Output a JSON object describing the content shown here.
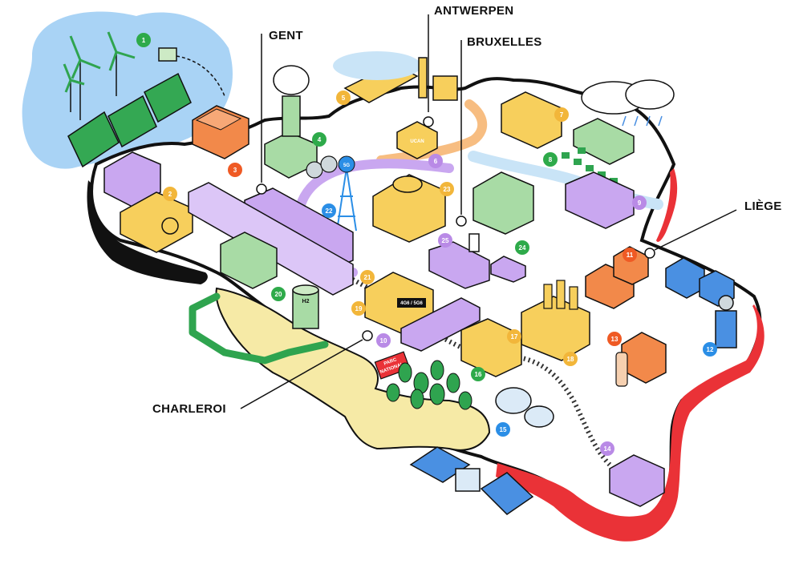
{
  "cities": [
    {
      "id": "antwerpen",
      "name": "ANTWERPEN"
    },
    {
      "id": "gent",
      "name": "GENT"
    },
    {
      "id": "bruxelles",
      "name": "BRUXELLES"
    },
    {
      "id": "liege",
      "name": "LIÈGE"
    },
    {
      "id": "charleroi",
      "name": "CHARLEROI"
    }
  ],
  "markers": [
    {
      "n": "1",
      "color": "#2eaa4a"
    },
    {
      "n": "2",
      "color": "#f2b63a"
    },
    {
      "n": "3",
      "color": "#ef5a24"
    },
    {
      "n": "4",
      "color": "#2eaa4a"
    },
    {
      "n": "5",
      "color": "#f2b63a"
    },
    {
      "n": "6",
      "color": "#b98ae6"
    },
    {
      "n": "7",
      "color": "#f2b63a"
    },
    {
      "n": "8",
      "color": "#2eaa4a"
    },
    {
      "n": "9",
      "color": "#b98ae6"
    },
    {
      "n": "10",
      "color": "#b98ae6"
    },
    {
      "n": "11",
      "color": "#ef5a24"
    },
    {
      "n": "12",
      "color": "#2b8ee6"
    },
    {
      "n": "13",
      "color": "#ef5a24"
    },
    {
      "n": "14",
      "color": "#b98ae6"
    },
    {
      "n": "15",
      "color": "#2b8ee6"
    },
    {
      "n": "16",
      "color": "#2eaa4a"
    },
    {
      "n": "17",
      "color": "#f2b63a"
    },
    {
      "n": "18",
      "color": "#f2b63a"
    },
    {
      "n": "19",
      "color": "#f2b63a"
    },
    {
      "n": "20",
      "color": "#2eaa4a"
    },
    {
      "n": "21",
      "color": "#f2b63a"
    },
    {
      "n": "22",
      "color": "#2b8ee6"
    },
    {
      "n": "23",
      "color": "#f2b63a"
    },
    {
      "n": "24",
      "color": "#2eaa4a"
    },
    {
      "n": "25",
      "color": "#b98ae6"
    }
  ],
  "labels": {
    "tower": "5G",
    "hydrogen": "H2",
    "station_sign": "4G6 / 5G6",
    "park_sign_1": "PARC",
    "park_sign_2": "NATIONAL",
    "van": "UCAN"
  },
  "colors": {
    "sky_blue": "#a9d3f5",
    "sea_blue": "#c9e4f7",
    "border_red": "#ea3237",
    "border_black": "#111111",
    "solar_green": "#34a853",
    "purple": "#c9a7f0",
    "yellow": "#f7cf5c",
    "orange": "#f2894a",
    "cream": "#f6eaa6",
    "pipe_green": "#2fa44f"
  }
}
